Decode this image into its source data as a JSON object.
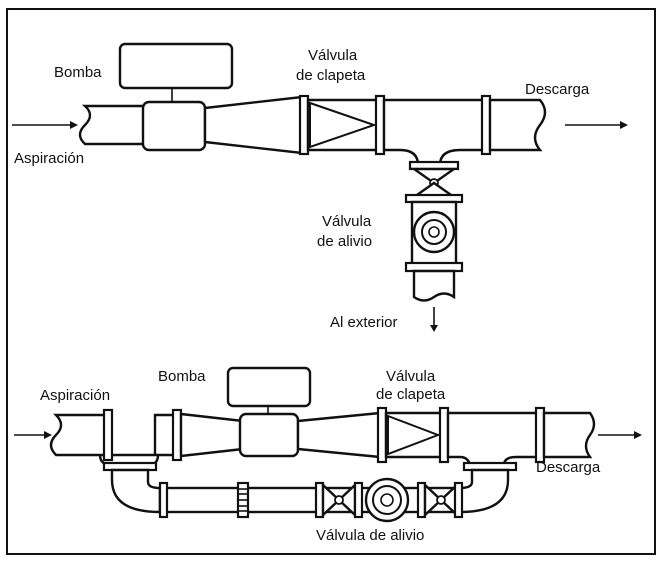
{
  "diagram": {
    "top": {
      "bomba": "Bomba",
      "valvula_clapeta": [
        "Válvula",
        "de clapeta"
      ],
      "descarga": "Descarga",
      "aspiracion": "Aspiración",
      "valvula_alivio": [
        "Válvula",
        "de alivio"
      ],
      "al_exterior": "Al exterior"
    },
    "bottom": {
      "aspiracion": "Aspiración",
      "bomba": "Bomba",
      "valvula_clapeta": [
        "Válvula",
        "de clapeta"
      ],
      "descarga": "Descarga",
      "valvula_alivio": "Válvula de alivio"
    }
  }
}
